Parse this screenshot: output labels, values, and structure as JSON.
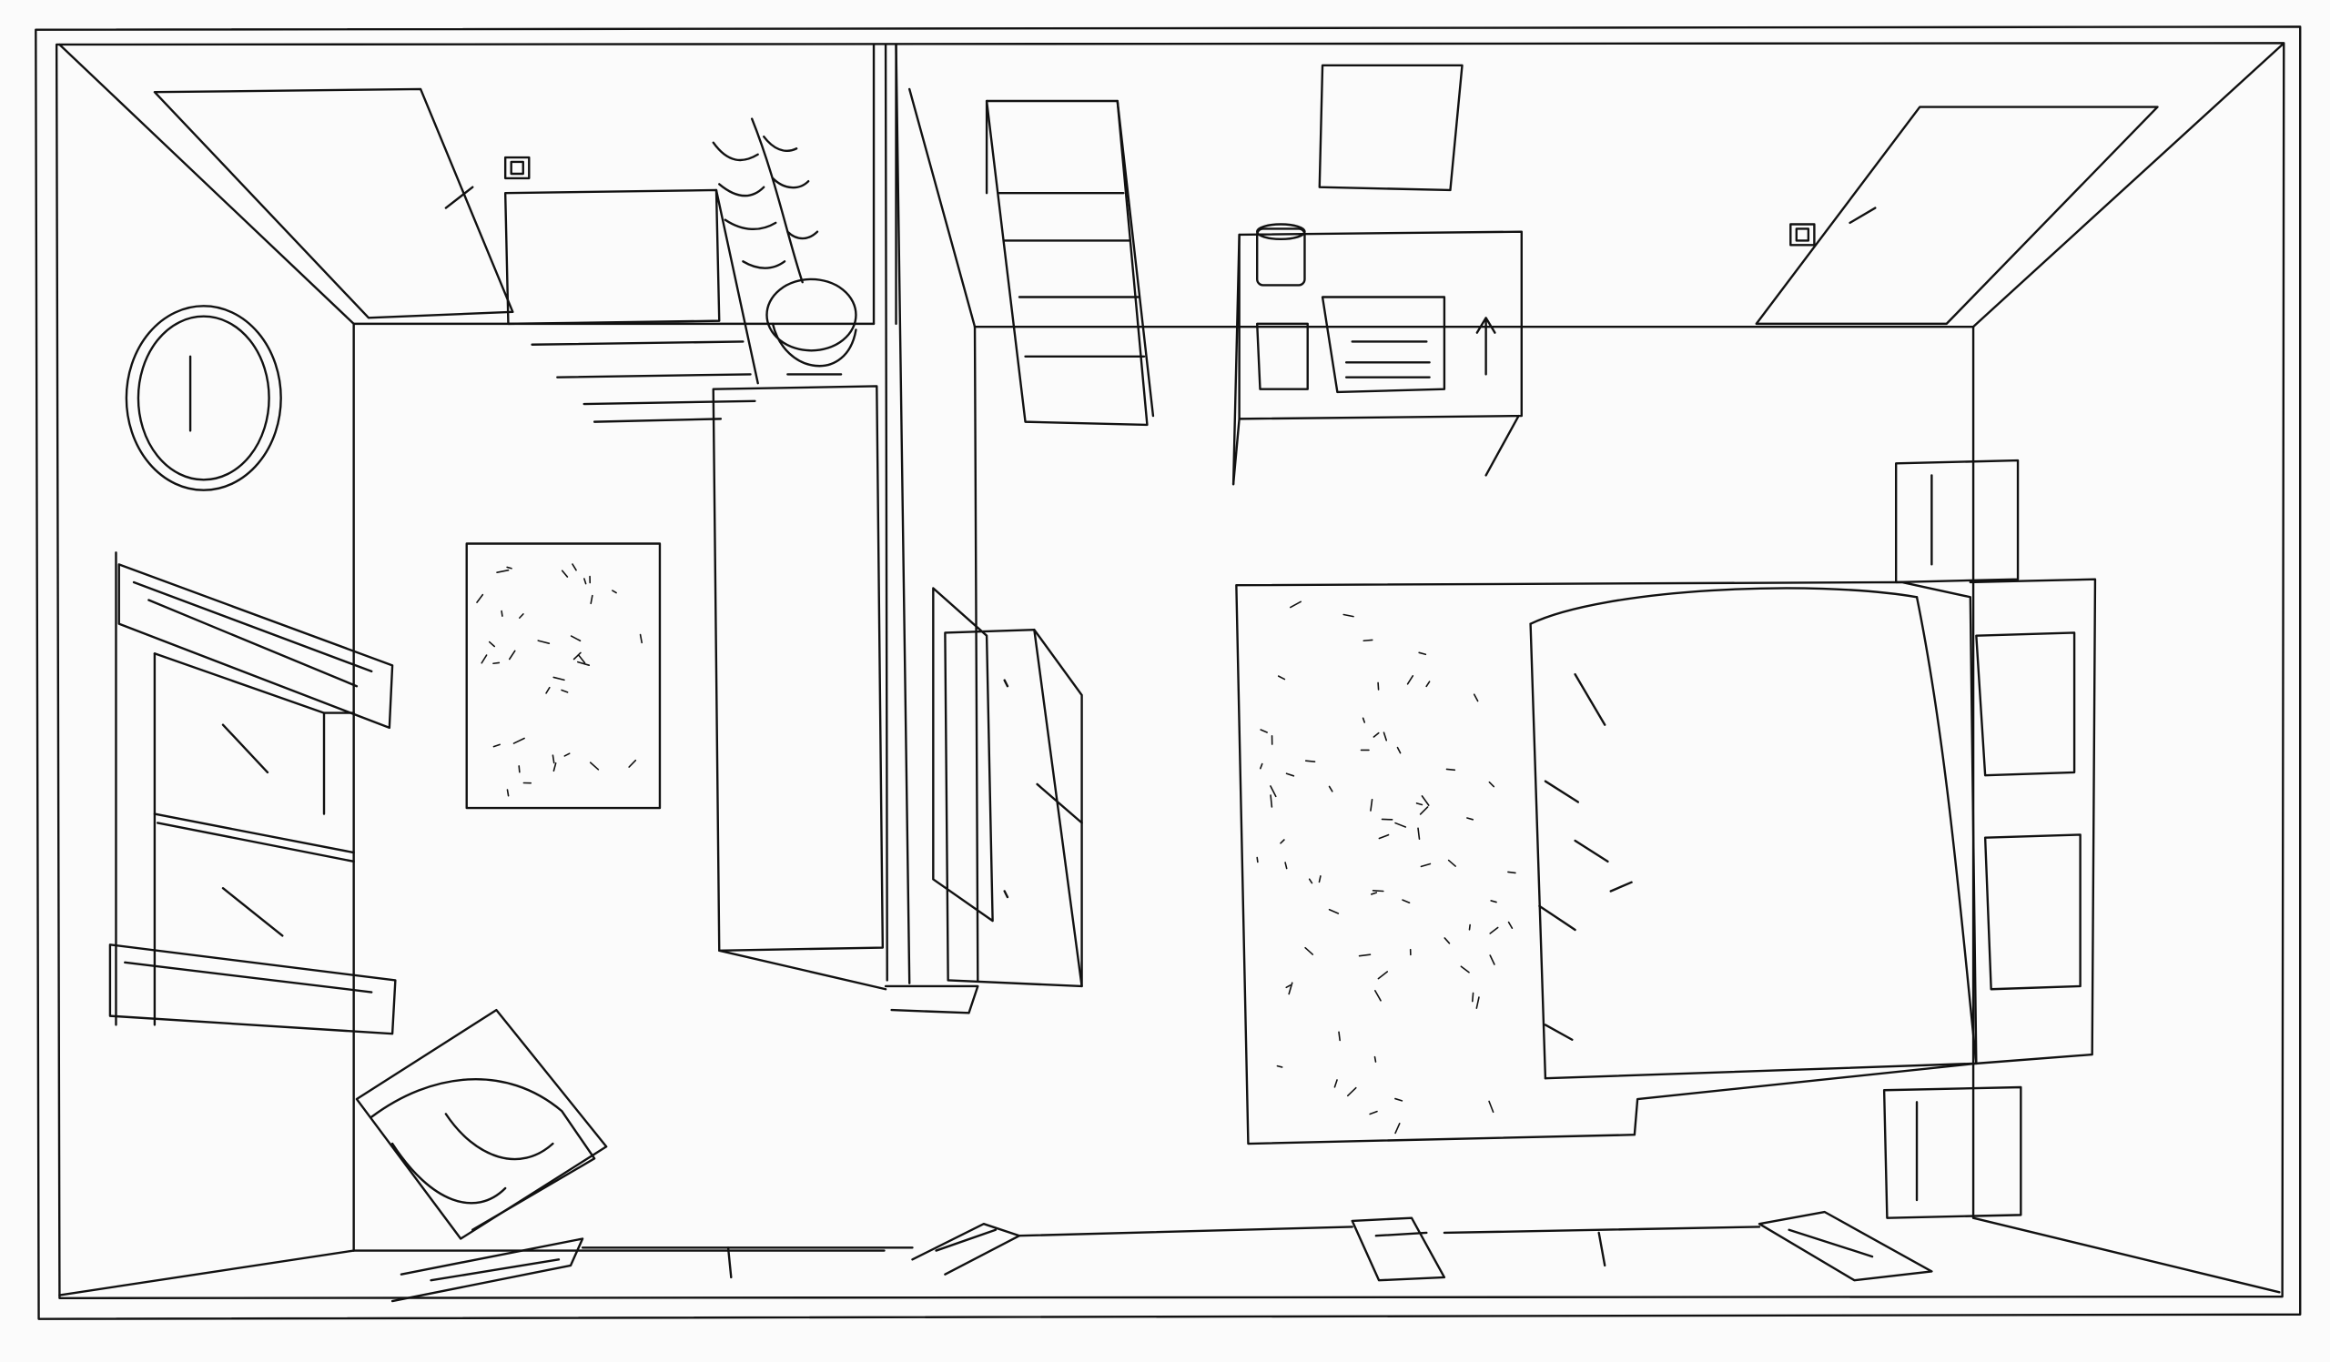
{
  "drawing": {
    "paper_color": "#fbfbfb",
    "ink_color": "#111111",
    "rooms": [
      {
        "name": "living-room",
        "items": [
          "door",
          "light-switch",
          "plant",
          "cabinet",
          "round-mirror",
          "rug",
          "window",
          "curtain",
          "armchair",
          "wall-radiator"
        ]
      },
      {
        "name": "bedroom",
        "items": [
          "shelf",
          "picture-frame",
          "desk",
          "laptop",
          "mug",
          "bed",
          "duvet",
          "pillow",
          "nightstand",
          "door",
          "wardrobe",
          "radiator"
        ]
      }
    ]
  }
}
